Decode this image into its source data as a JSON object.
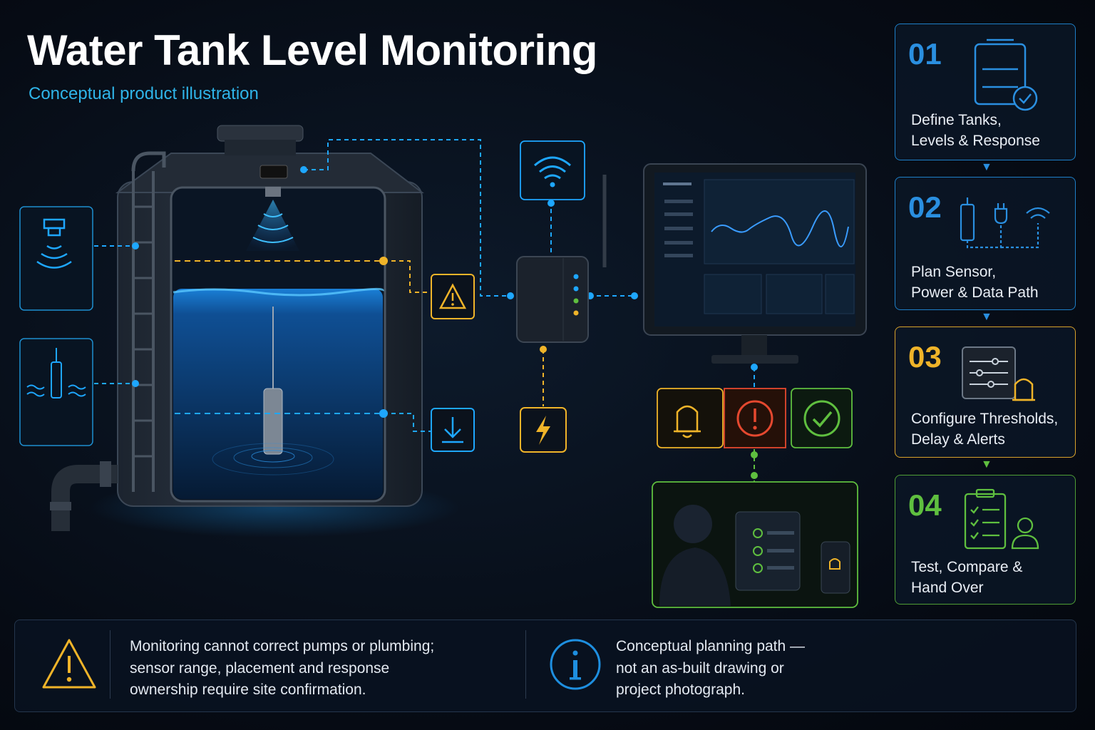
{
  "header": {
    "title": "Water Tank Level Monitoring",
    "subtitle": "Conceptual product illustration"
  },
  "steps": [
    {
      "number": "01",
      "label_line1": "Define Tanks,",
      "label_line2": "Levels & Response",
      "color": "#2a8fe0",
      "icon": "tank-check-icon"
    },
    {
      "number": "02",
      "label_line1": "Plan Sensor,",
      "label_line2": "Power & Data Path",
      "color": "#2a8fe0",
      "icon": "sensor-plug-wifi-icon"
    },
    {
      "number": "03",
      "label_line1": "Configure Thresholds,",
      "label_line2": "Delay & Alerts",
      "color": "#f0b429",
      "icon": "sliders-bell-icon"
    },
    {
      "number": "04",
      "label_line1": "Test, Compare &",
      "label_line2": "Hand Over",
      "color": "#5fbf3f",
      "icon": "checklist-user-icon"
    }
  ],
  "notes": {
    "caveat": {
      "icon": "warning-icon",
      "line1": "Monitoring cannot correct pumps or plumbing;",
      "line2": "sensor range, placement and response",
      "line3": "ownership require site confirmation."
    },
    "info": {
      "icon": "info-icon",
      "line1": "Conceptual planning path —",
      "line2": "not an as-built drawing or",
      "line3": "project photograph."
    }
  },
  "diagram_icons": [
    "ultrasonic-sensor-icon",
    "submersible-sensor-icon",
    "warning-icon",
    "download-arrow-icon",
    "wifi-icon",
    "lightning-icon",
    "gateway-device",
    "monitor-dashboard",
    "bell-icon",
    "alert-icon",
    "check-icon",
    "operator-laptop-phone"
  ],
  "colors": {
    "accent_blue": "#1ea7ff",
    "warning_amber": "#f0b429",
    "alert_red": "#e5482f",
    "ok_green": "#5fbf3f"
  }
}
